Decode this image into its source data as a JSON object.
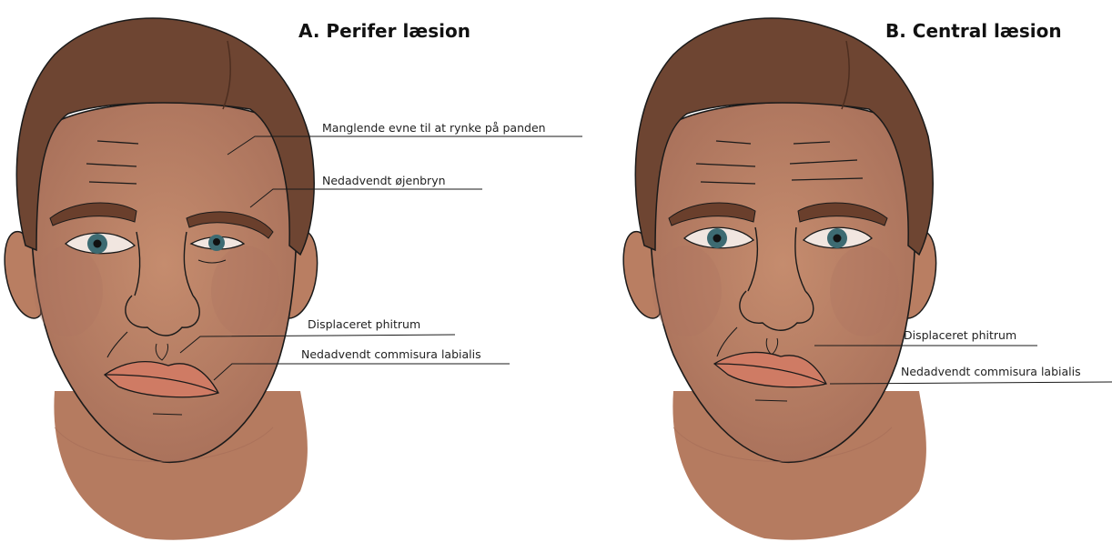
{
  "panel_a": {
    "title": "A. Perifer læsion",
    "labels": {
      "forehead": "Manglende evne til at rynke på panden",
      "eyebrow": "Nedadvendt øjenbryn",
      "philtrum": "Displaceret phitrum",
      "mouth_corner": "Nedadvendt commisura labialis"
    }
  },
  "panel_b": {
    "title": "B. Central læsion",
    "labels": {
      "philtrum": "Displaceret phitrum",
      "mouth_corner": "Nedadvendt commisura labialis"
    }
  },
  "colors": {
    "skin": "#c08668",
    "skin_shadow": "#a9705a",
    "hair": "#6e4532",
    "brow": "#6a3f2c",
    "iris": "#3d6b72",
    "lips": "#cf7b64",
    "outline": "#1a1a1a"
  }
}
